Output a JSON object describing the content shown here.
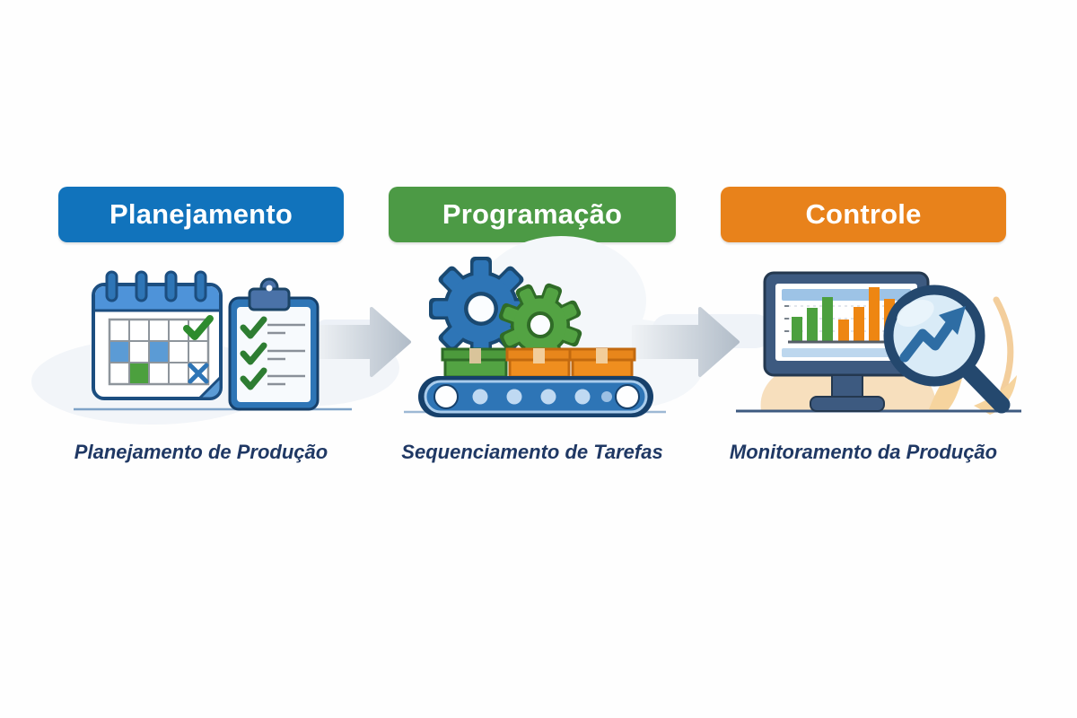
{
  "diagram": {
    "steps": [
      {
        "id": "planejamento",
        "header": "Planejamento",
        "header_color": "#1173BC",
        "caption": "Planejamento de Produção",
        "icons": [
          "calendar-icon",
          "clipboard-checklist-icon"
        ]
      },
      {
        "id": "programacao",
        "header": "Programação",
        "header_color": "#4C9A45",
        "caption": "Sequenciamento de Tarefas",
        "icons": [
          "gears-icon",
          "conveyor-belt-icon",
          "boxes-icon"
        ]
      },
      {
        "id": "controle",
        "header": "Controle",
        "header_color": "#E8821B",
        "caption": "Monitoramento da Produção",
        "icons": [
          "monitor-bar-chart-icon",
          "magnifier-trend-arrow-icon"
        ]
      }
    ],
    "arrows": [
      {
        "name": "arrow-planejamento-to-programacao",
        "direction": "right"
      },
      {
        "name": "arrow-programacao-to-controle",
        "direction": "right"
      }
    ],
    "colors": {
      "caption_navy": "#1F3864",
      "arrow_gray": "#B6C0CB",
      "illustration_blue": "#2E75B6",
      "illustration_dark_navy": "#16406B",
      "illustration_light_blue": "#5B9BD5",
      "illustration_green": "#53A343",
      "illustration_orange": "#EE8612",
      "monitor_slate": "#3D5A80",
      "peach_accent": "#F7DFBD",
      "background": "#FEFEFE"
    }
  }
}
